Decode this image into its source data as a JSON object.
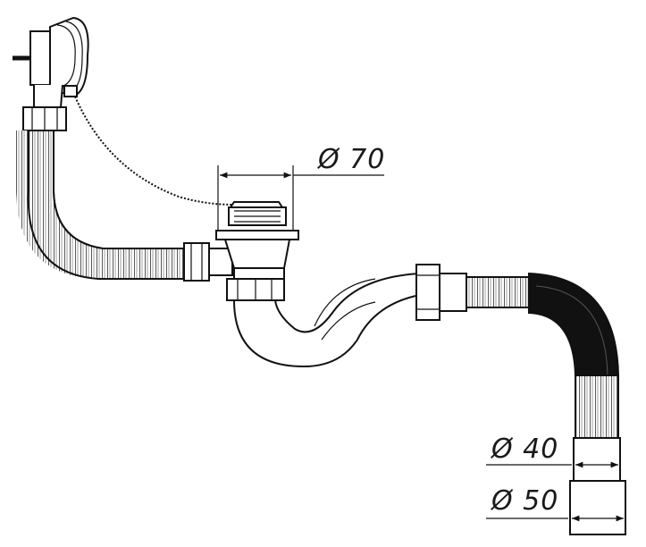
{
  "dimensions": {
    "top_diameter": "Ø 70",
    "outlet_small": "Ø 40",
    "outlet_large": "Ø 50"
  }
}
